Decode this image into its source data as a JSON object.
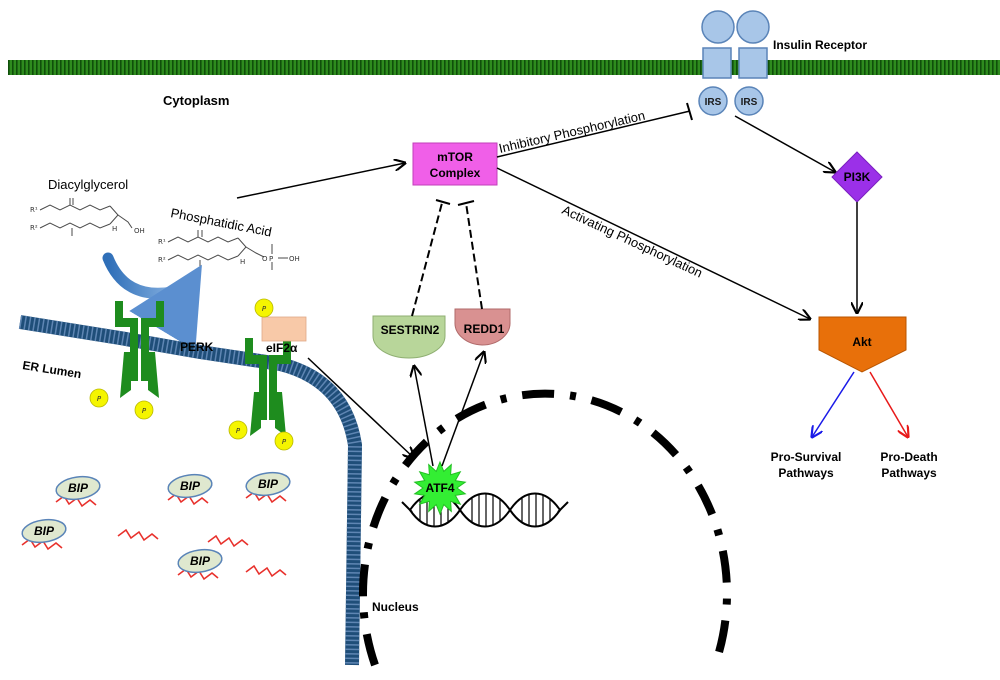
{
  "compartments": {
    "cytoplasm": "Cytoplasm",
    "er_lumen": "ER Lumen",
    "nucleus": "Nucleus"
  },
  "receptor": {
    "title": "Insulin Receptor",
    "irs_left": "IRS",
    "irs_right": "IRS"
  },
  "nodes": {
    "mtor_line1": "mTOR",
    "mtor_line2": "Complex",
    "pi3k": "PI3K",
    "akt": "Akt",
    "sestrin2": "SESTRIN2",
    "redd1": "REDD1",
    "atf4": "ATF4",
    "perk": "PERK",
    "eif2a": "eIF2α",
    "phospho": "P",
    "bip": "BIP"
  },
  "edge_labels": {
    "inhibitory": "Inhibitory Phosphorylation",
    "activating": "Activating Phosphorylation"
  },
  "lipids": {
    "diacylglycerol": "Diacylglycerol",
    "phosphatidic_acid": "Phosphatidic Acid",
    "r1": "R¹",
    "r2": "R²",
    "h": "H",
    "oh": "OH",
    "o": "O",
    "p": "P"
  },
  "outcomes": {
    "survival_line1": "Pro-Survival",
    "survival_line2": "Pathways",
    "death_line1": "Pro-Death",
    "death_line2": "Pathways"
  },
  "colors": {
    "membrane": "#2e8b1e",
    "er_membrane": "#1f4e79",
    "mtor": "#f05fe8",
    "pi3k": "#9b30e8",
    "akt": "#e8700a",
    "sestrin2": "#b8d69a",
    "redd1": "#d99191",
    "atf4": "#33ee33",
    "perk": "#1e8c1e",
    "phospho": "#f5f500",
    "eif2a": "#f8c9a8",
    "receptor": "#a8c6e8",
    "bip": "#dfe8cf",
    "mrna": "#e8312c",
    "survival_arrow": "#1a1ae8",
    "death_arrow": "#e81a1a"
  }
}
